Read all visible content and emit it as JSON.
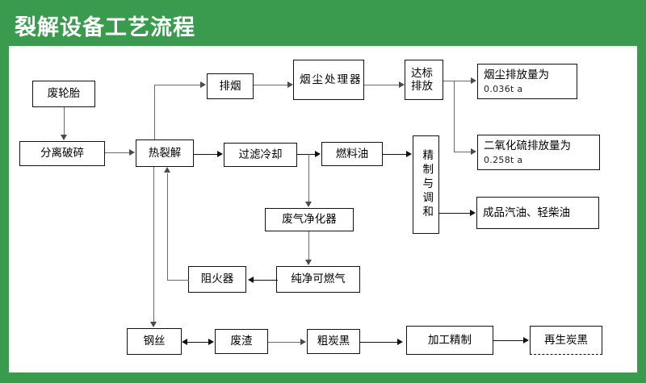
{
  "header": {
    "title": "裂解设备工艺流程",
    "bar_color": "#3a9a4e"
  },
  "diagram": {
    "type": "process-flowchart",
    "nodes": [
      {
        "id": "waste_tire",
        "label": "废轮胎"
      },
      {
        "id": "separate_crush",
        "label": "分离破碎"
      },
      {
        "id": "pyrolysis",
        "label": "热裂解"
      },
      {
        "id": "exhaust_smoke",
        "label": "排烟"
      },
      {
        "id": "dust_treater",
        "label": "烟尘处理器"
      },
      {
        "id": "std_emission",
        "label": "达标排放"
      },
      {
        "id": "dust_amount",
        "label": "烟尘排放量为",
        "value": "0.036t a"
      },
      {
        "id": "so2_amount",
        "label": "二氧化硫排放量为",
        "value": "0.258t a"
      },
      {
        "id": "filter_cool",
        "label": "过滤冷却"
      },
      {
        "id": "fuel_oil",
        "label": "燃料油"
      },
      {
        "id": "refine_blend",
        "label": "精制与调和"
      },
      {
        "id": "finished_oil",
        "label": "成品汽油、轻柴油"
      },
      {
        "id": "gas_purifier",
        "label": "废气净化器"
      },
      {
        "id": "clean_gas",
        "label": "纯净可燃气"
      },
      {
        "id": "flame_arrester",
        "label": "阻火器"
      },
      {
        "id": "steel_wire",
        "label": "钢丝"
      },
      {
        "id": "slag",
        "label": "废渣"
      },
      {
        "id": "crude_black",
        "label": "粗炭黑"
      },
      {
        "id": "process_refine",
        "label": "加工精制"
      },
      {
        "id": "recycled_black",
        "label": "再生炭黑"
      }
    ],
    "edges": [
      {
        "from": "waste_tire",
        "to": "separate_crush"
      },
      {
        "from": "separate_crush",
        "to": "pyrolysis"
      },
      {
        "from": "pyrolysis",
        "to": "exhaust_smoke"
      },
      {
        "from": "exhaust_smoke",
        "to": "dust_treater"
      },
      {
        "from": "dust_treater",
        "to": "std_emission"
      },
      {
        "from": "std_emission",
        "to": "dust_amount"
      },
      {
        "from": "std_emission",
        "to": "so2_amount"
      },
      {
        "from": "pyrolysis",
        "to": "filter_cool"
      },
      {
        "from": "filter_cool",
        "to": "fuel_oil"
      },
      {
        "from": "fuel_oil",
        "to": "refine_blend"
      },
      {
        "from": "refine_blend",
        "to": "finished_oil"
      },
      {
        "from": "filter_cool",
        "to": "gas_purifier"
      },
      {
        "from": "gas_purifier",
        "to": "clean_gas"
      },
      {
        "from": "clean_gas",
        "to": "flame_arrester"
      },
      {
        "from": "flame_arrester",
        "to": "pyrolysis"
      },
      {
        "from": "pyrolysis",
        "to": "steel_wire"
      },
      {
        "from": "steel_wire",
        "to": "slag",
        "bidirectional": true
      },
      {
        "from": "slag",
        "to": "crude_black"
      },
      {
        "from": "crude_black",
        "to": "process_refine"
      },
      {
        "from": "process_refine",
        "to": "recycled_black"
      }
    ]
  }
}
